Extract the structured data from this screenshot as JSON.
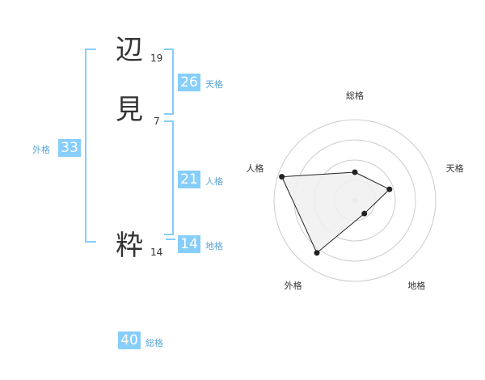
{
  "name": {
    "chars": [
      {
        "char": "辺",
        "strokes": "19"
      },
      {
        "char": "見",
        "strokes": "7"
      },
      {
        "char": "粋",
        "strokes": "14"
      }
    ]
  },
  "fortune": {
    "tenkaku": {
      "value": "26",
      "label": "天格"
    },
    "jinkaku": {
      "value": "21",
      "label": "人格"
    },
    "chikaku": {
      "value": "14",
      "label": "地格"
    },
    "gaikaku": {
      "value": "33",
      "label": "外格"
    },
    "soukaku": {
      "value": "40",
      "label": "総格"
    }
  },
  "chart_data": {
    "type": "radar",
    "axes": [
      "総格",
      "天格",
      "地格",
      "外格",
      "人格"
    ],
    "values": [
      0.35,
      0.45,
      0.2,
      0.8,
      0.95
    ],
    "range": [
      0,
      1
    ],
    "rings": 4,
    "colors": {
      "fill": "#f0f0f0",
      "line": "#222222",
      "ring": "#cccccc"
    }
  }
}
